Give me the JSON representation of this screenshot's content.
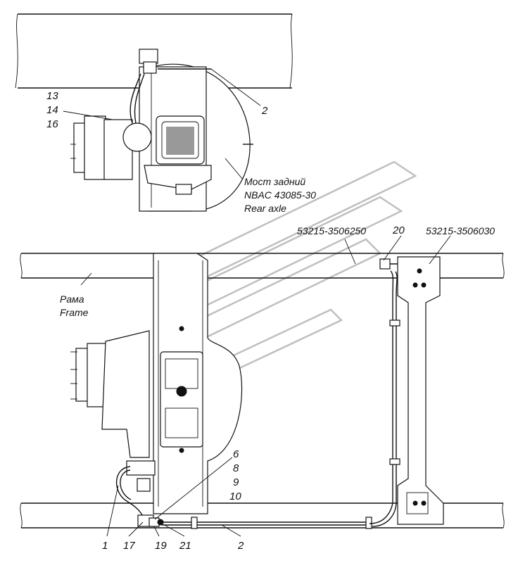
{
  "upper_view": {
    "axle_label_ru": "Мост задний",
    "axle_label_code": "NBAC 43085-30",
    "axle_label_en": "Rear axle",
    "callouts": [
      "13",
      "14",
      "16",
      "2"
    ]
  },
  "lower_view": {
    "frame_label_ru": "Рама",
    "frame_label_en": "Frame",
    "pipe_part_a": "53215-3506250",
    "pipe_part_b": "53215-3506030",
    "callout_20": "20",
    "callout_group": [
      "6",
      "8",
      "9",
      "10"
    ],
    "bottom_callouts": [
      "1",
      "17",
      "19",
      "21",
      "2"
    ]
  }
}
